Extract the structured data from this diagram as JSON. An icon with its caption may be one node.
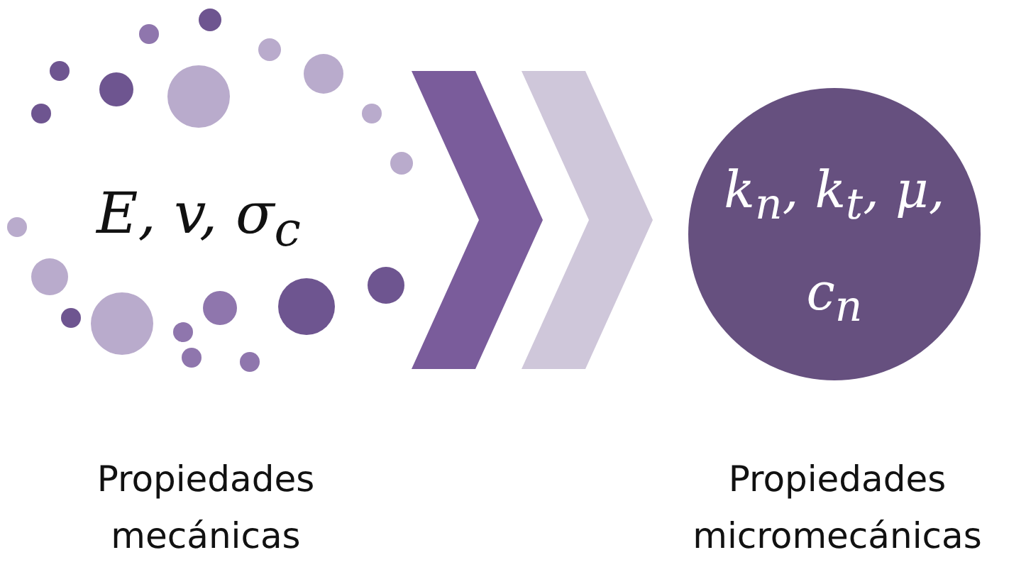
{
  "diagram": {
    "nodes": [
      {
        "text": [
          "E, v, σ$_{c}$"
        ],
        "beside": [
          "Propiedades mecánicas"
        ]
      },
      {
        "text": [
          "k$_{n}$, k$_{t}$, μ, c$_{n}$"
        ],
        "beside": [
          "Propiedades micromecánicas"
        ]
      }
    ],
    "edges": [
      {
        "from": 0,
        "to": 1,
        "arrow": "to"
      }
    ]
  }
}
